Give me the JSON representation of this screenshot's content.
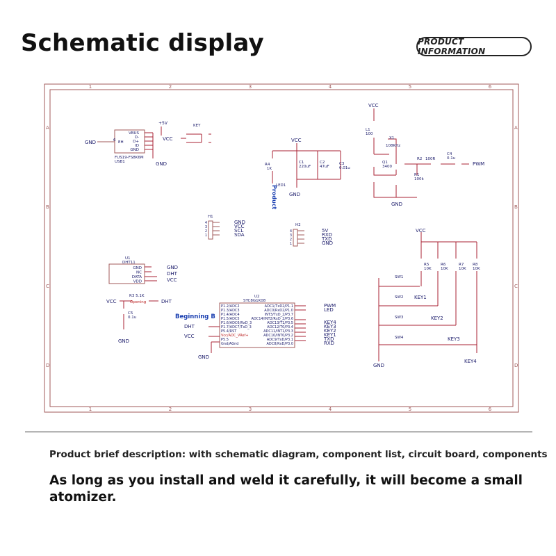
{
  "header": {
    "title": "Schematic display",
    "badge": "PRODUCT INFORMATION"
  },
  "frame": {
    "columns": [
      "1",
      "2",
      "3",
      "4",
      "5",
      "6"
    ],
    "rows": [
      "A",
      "B",
      "C",
      "D"
    ]
  },
  "usb": {
    "pins": [
      "VBUS",
      "D-",
      "D+",
      "ID",
      "GND"
    ],
    "pin_number": "6",
    "shell": "EH",
    "part": "FUS19-FS8K6M",
    "ref": "USB1",
    "gnd_label": "GND",
    "gnd_bottom": "GND"
  },
  "key_switch": {
    "vcc": "+5V",
    "vcc_net": "VCC",
    "ref": "KEY"
  },
  "led_block": {
    "vcc": "VCC",
    "r4": "R4",
    "r4_val": "1K",
    "c1": "C1",
    "c1_val": "220uF",
    "c2": "C2",
    "c2_val": "47uF",
    "c3": "C3",
    "c3_val": "0.01u",
    "led": "LED1",
    "gnd": "GND",
    "product": "Product"
  },
  "pwm_block": {
    "vcc": "VCC",
    "l1": "L1",
    "l1_val": "100",
    "x1": "X1",
    "x1_val": "108KHz",
    "q1": "Q1",
    "q1_val": "3400",
    "r1": "R1",
    "r1_val": "100k",
    "r2": "R2",
    "r2_val": "100R",
    "c4": "C4",
    "c4_val": "0.1u",
    "pwm": "PWM",
    "gnd": "GND"
  },
  "h1": {
    "ref": "H1",
    "pins": [
      "4",
      "3",
      "2",
      "1"
    ],
    "nets": [
      "GND",
      "VCC",
      "SCL",
      "SDA"
    ]
  },
  "h2": {
    "ref": "H2",
    "pins": [
      "4",
      "3",
      "2",
      "1"
    ],
    "nets": [
      "5V",
      "RXD",
      "TXD",
      "GND"
    ]
  },
  "dht": {
    "ref": "U1",
    "part": "DHT11",
    "pins": [
      "GND",
      "NC",
      "DATA",
      "VDD"
    ],
    "nets": [
      "GND",
      "DHT",
      "VCC"
    ]
  },
  "filter": {
    "vcc": "VCC",
    "r3": "R3  5.1K",
    "opening": "Opening",
    "dht": "DHT",
    "c5": "C5",
    "c5_val": "0.1u",
    "gnd": "GND"
  },
  "mcu": {
    "ref": "U2",
    "part": "STC8G1K08",
    "left_pins": [
      "P1.2/ADC2",
      "P1.3/ADC3",
      "P1.4/ADC4",
      "P1.5/ADC5",
      "P1.6/ADC6/RxD_3",
      "P1.7/ADC7/TxD_3",
      "P5.4/RST",
      "Vcc/ADC_VRef+",
      "P5.5",
      "Gnd/AGnd"
    ],
    "right_pins": [
      "ADC1/TxD2/P1.1",
      "ADC0/RxD2/P1.0",
      "INT3/TxD_2/P3.7",
      "ADC14/INT2/RxD_2/P3.6",
      "ADC13/T1/P3.5",
      "ADC12/T0/P3.4",
      "ADC11/INT1/P3.3",
      "ADC10/INT0/P3.2",
      "ADC9/TxD/P3.1",
      "ADC8/RxD/P3.0"
    ],
    "right_nets": [
      "PWM",
      "LED",
      "KEY4",
      "KEY3",
      "KEY2",
      "KEY1",
      "TXD",
      "RXD"
    ],
    "beginning": "Beginning B",
    "dht": "DHT",
    "vcc": "VCC",
    "gnd": "GND"
  },
  "keys": {
    "vcc": "VCC",
    "resistors": [
      {
        "ref": "R5",
        "val": "10K"
      },
      {
        "ref": "R6",
        "val": "10K"
      },
      {
        "ref": "R7",
        "val": "10K"
      },
      {
        "ref": "R8",
        "val": "10K"
      }
    ],
    "switches": [
      "SW1",
      "SW2",
      "SW3",
      "SW4"
    ],
    "nets": [
      "KEY1",
      "KEY2",
      "KEY3",
      "KEY4"
    ],
    "gnd": "GND"
  },
  "footer": {
    "brief": "Product brief description: with schematic diagram, component list, circuit board, components",
    "note": "As long as you install and weld it carefully, it will become a small atomizer."
  }
}
